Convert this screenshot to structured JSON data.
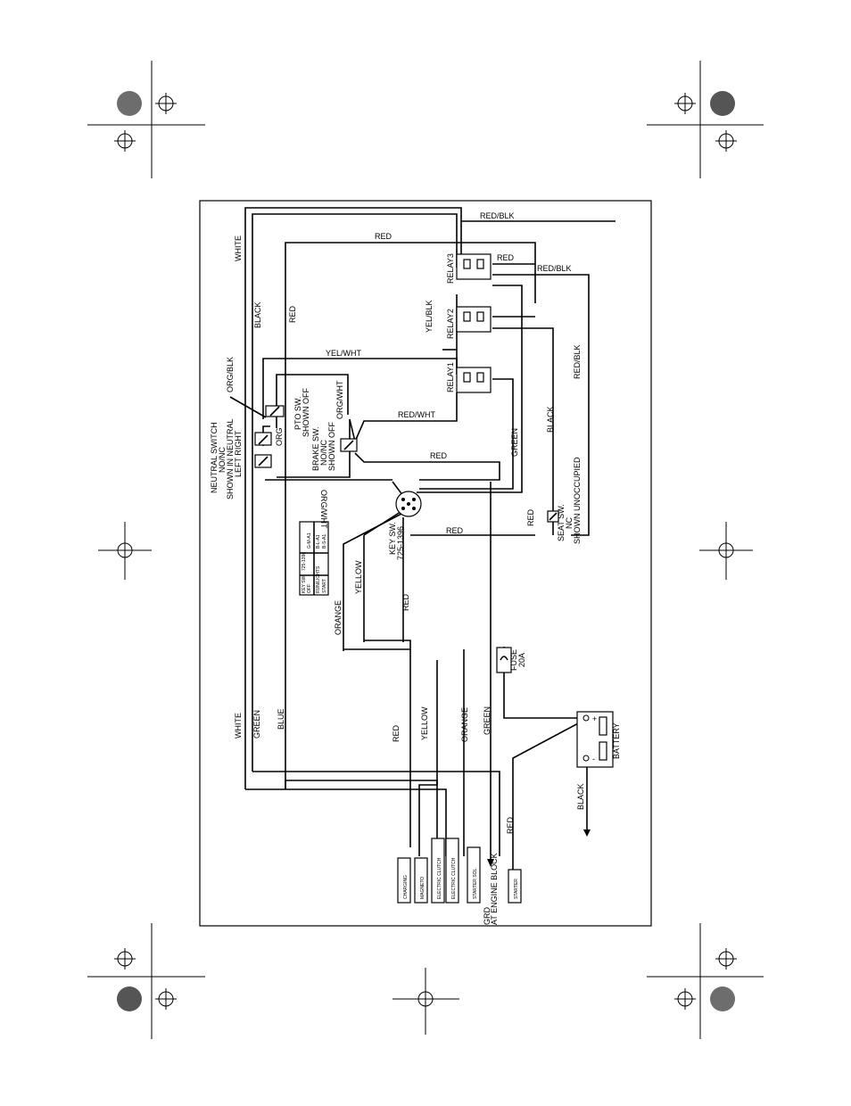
{
  "components": {
    "relay1": "RELAY1",
    "relay2": "RELAY2",
    "relay3": "RELAY3",
    "pto_sw_1": "PTO SW.",
    "pto_sw_2": "SHOWN OFF",
    "brake_sw_1": "BRAKE SW.",
    "brake_sw_2": "NO/NC",
    "brake_sw_3": "SHOWN OFF",
    "neutral_sw_1": "NEUTRAL SWITCH",
    "neutral_sw_2": "NO/NC",
    "neutral_sw_3": "SHOWN IN NEUTRAL",
    "neutral_sw_4": "LEFT RIGHT",
    "key_sw_1": "KEY SW.",
    "key_sw_2": "725-1396",
    "seat_sw_1": "SEAT SW.",
    "seat_sw_2": "NC",
    "seat_sw_3": "SHOWN UNOCCUPIED",
    "fuse_1": "FUSE",
    "fuse_2": "20A",
    "battery": "BATTERY",
    "battery_plus": "+",
    "battery_minus": "-"
  },
  "wires": {
    "red_blk_top": "RED/BLK",
    "red_top": "RED",
    "white_top": "WHITE",
    "red_relay3": "RED",
    "red_blk_relay3": "RED/BLK",
    "black_left": "BLACK",
    "red_left": "RED",
    "yel_blk": "YEL/BLK",
    "yel_wht": "YEL/WHT",
    "org_blk": "ORG/BLK",
    "org_wht_top": "ORG/WHT",
    "org": "ORG",
    "red_wht": "RED/WHT",
    "red_mid": "RED",
    "green_mid": "GREEN",
    "black_right": "BLACK",
    "red_blk_right": "RED/BLK",
    "org_wht_mid": "ORG/WHT",
    "red_keysw": "RED",
    "red_seatsw": "RED",
    "yellow_mid": "YELLOW",
    "orange_mid": "ORANGE",
    "red_lower": "RED",
    "white_bottom": "WHITE",
    "green_bottom": "GREEN",
    "blue_bottom": "BLUE",
    "red_bottom": "RED",
    "yellow_bottom": "YELLOW",
    "orange_bottom": "ORANGE",
    "green_fuse": "GREEN",
    "black_ground": "BLACK",
    "red_starter": "RED"
  },
  "terminals": {
    "charging": "CHARGING",
    "magneto": "MAGNETO",
    "clutch_1": "ELECTRIC CLUTCH",
    "clutch_2": "ELECTRIC CLUTCH",
    "starter_sol": "STARTER SOL.",
    "starter": "STARTER",
    "ground_1": "GRD",
    "ground_2": "AT ENGINE BLOCK"
  },
  "key_table": {
    "row_1": [
      "KEY SW.",
      "725-1396"
    ],
    "row_2": [
      "OFF",
      "G-M-A1"
    ],
    "row_3": [
      "RUN/LIGHTS",
      "B-L-A1"
    ],
    "row_4": [
      "START",
      "B-S-A1"
    ]
  }
}
